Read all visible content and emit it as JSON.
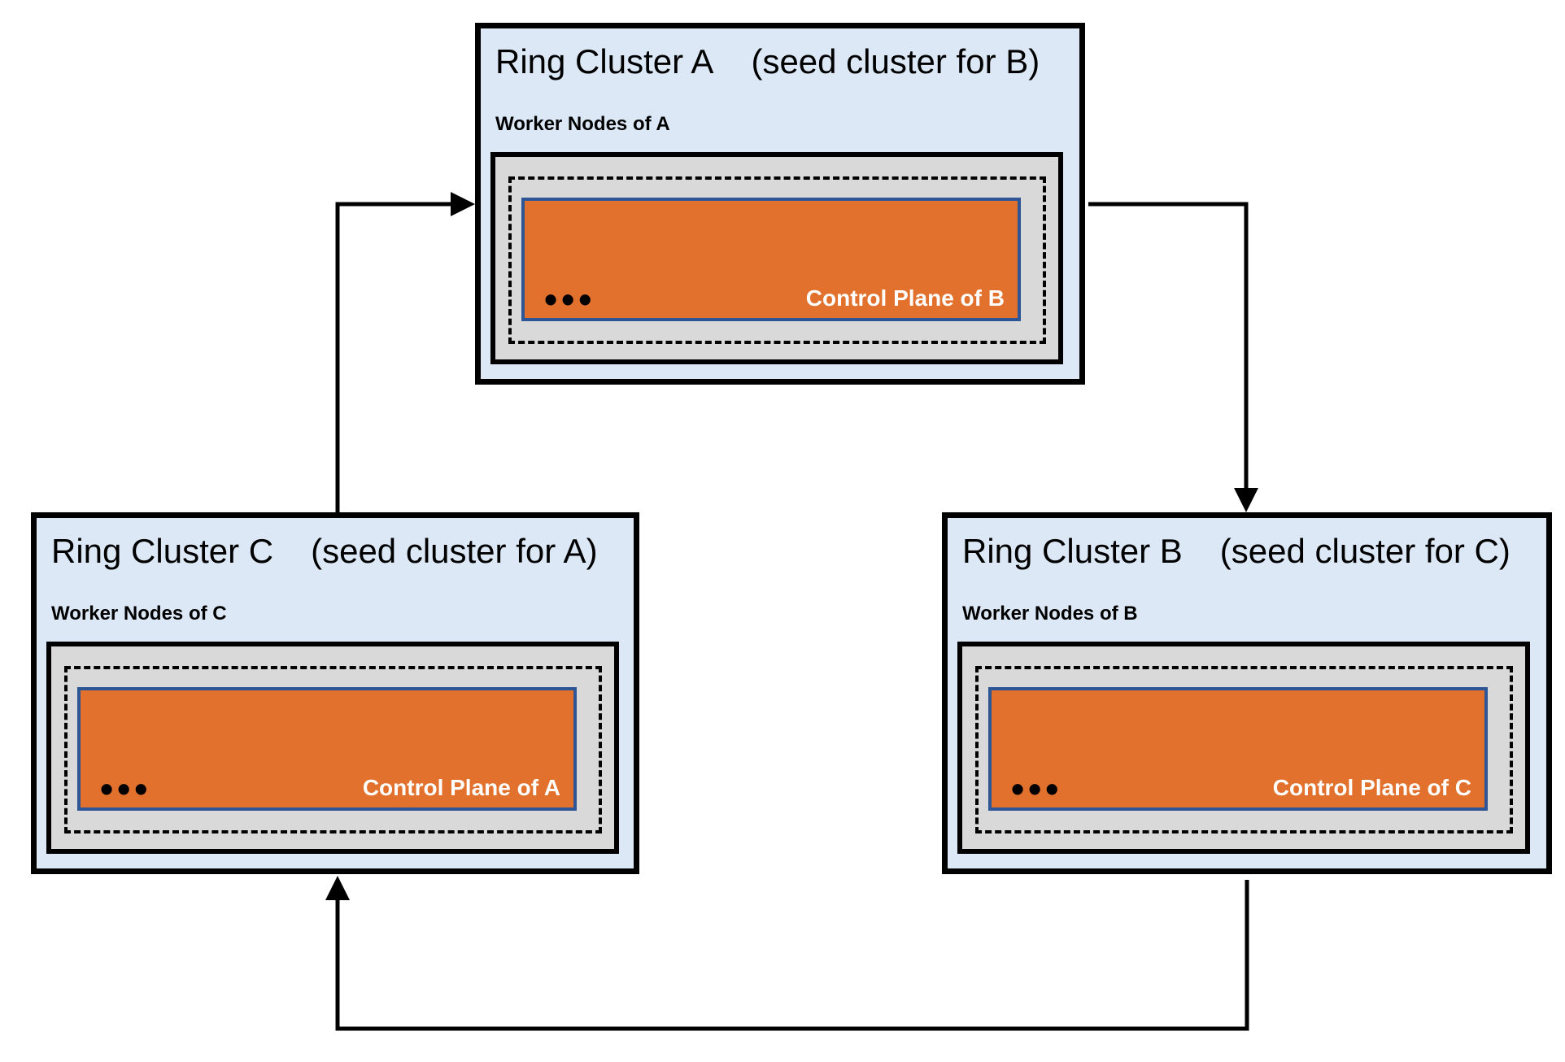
{
  "diagram": {
    "clusters": [
      {
        "id": "A",
        "title": "Ring Cluster A",
        "seed_label": "(seed cluster for B)",
        "worker_label": "Worker Nodes of A",
        "dots": "•••",
        "control_plane_label": "Control Plane of B"
      },
      {
        "id": "C",
        "title": "Ring Cluster C",
        "seed_label": "(seed cluster for A)",
        "worker_label": "Worker Nodes of C",
        "dots": "•••",
        "control_plane_label": "Control Plane of A"
      },
      {
        "id": "B",
        "title": "Ring Cluster B",
        "seed_label": "(seed cluster for C)",
        "worker_label": "Worker Nodes of B",
        "dots": "•••",
        "control_plane_label": "Control Plane of C"
      }
    ],
    "colors": {
      "cluster_bg": "#dce8f5",
      "cluster_border": "#000000",
      "worker_area_bg": "#d9d9d9",
      "dashed_border": "#000000",
      "control_plane_bg": "#e2712e",
      "control_plane_border": "#2e5596",
      "control_plane_text": "#ffffff",
      "title_text": "#000000",
      "arrow": "#000000"
    }
  }
}
